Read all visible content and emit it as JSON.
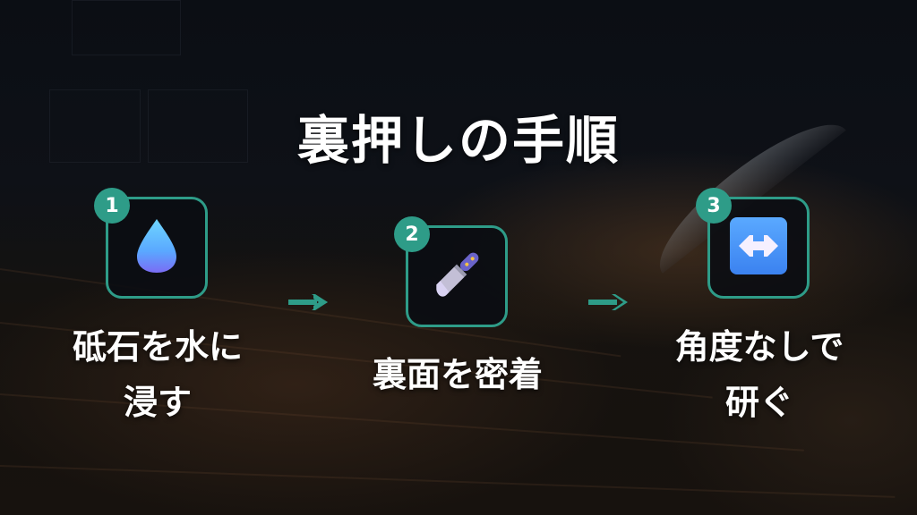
{
  "title": "裏押しの手順",
  "colors": {
    "accent": "#2e9c88",
    "text": "#ffffff",
    "background": "#0d1016"
  },
  "steps": [
    {
      "number": "1",
      "icon": "water-drop-icon",
      "label_line1": "砥石を水に",
      "label_line2": "浸す"
    },
    {
      "number": "2",
      "icon": "kitchen-knife-icon",
      "label_line1": "裏面を密着",
      "label_line2": ""
    },
    {
      "number": "3",
      "icon": "left-right-arrow-icon",
      "label_line1": "角度なしで",
      "label_line2": "研ぐ"
    }
  ],
  "arrows": [
    {
      "icon": "right-arrow-icon"
    },
    {
      "icon": "right-arrow-icon"
    }
  ]
}
